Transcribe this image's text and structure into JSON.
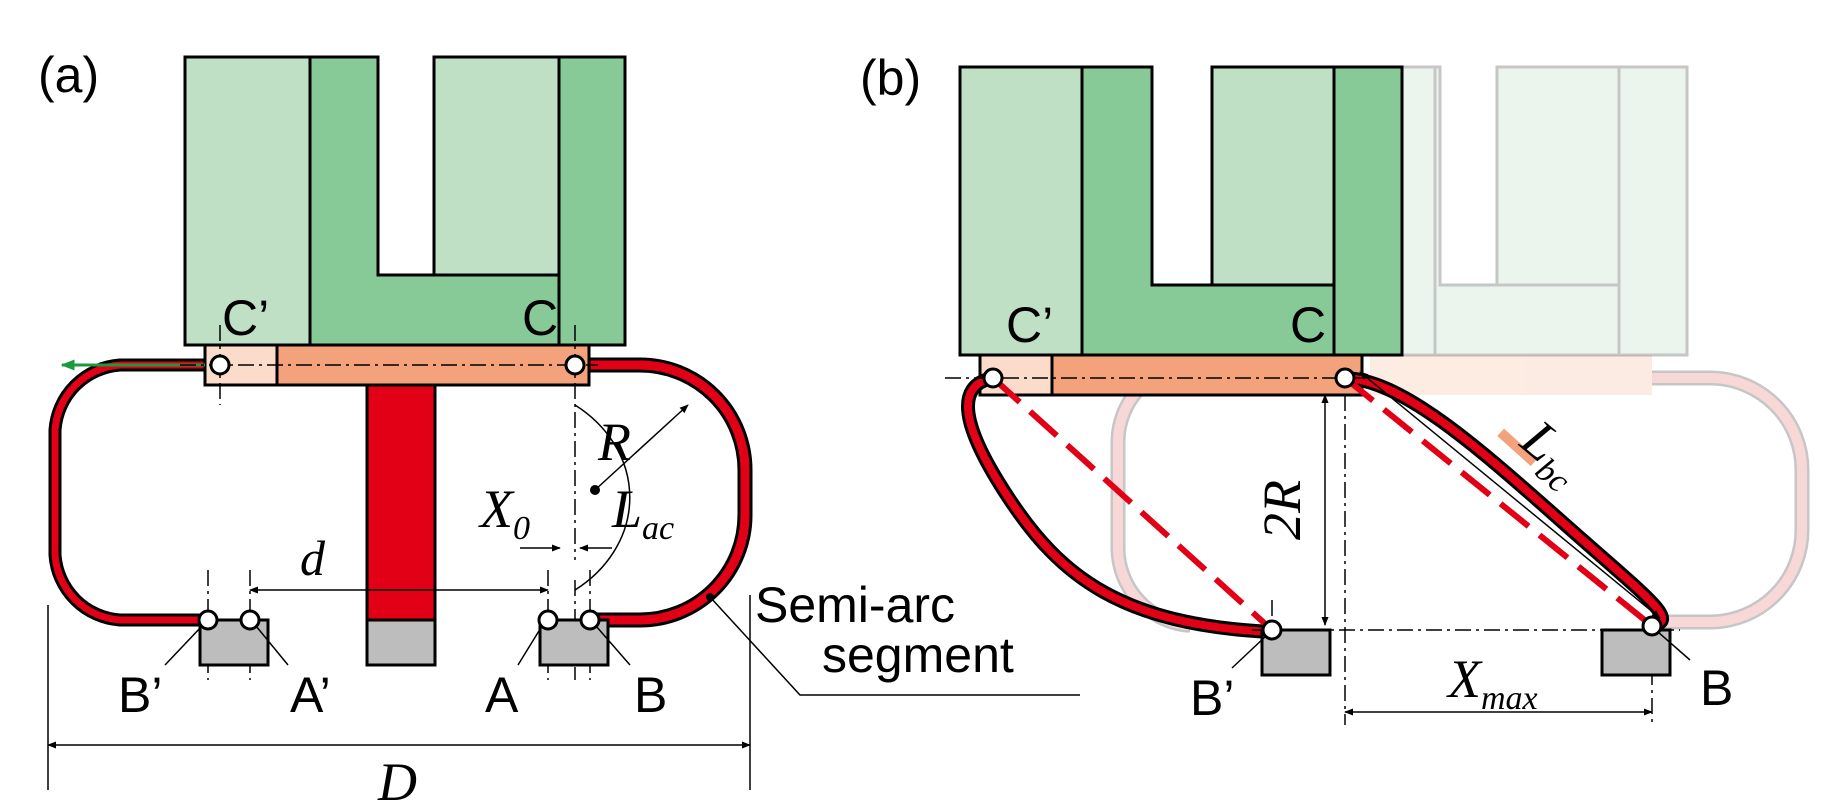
{
  "colors": {
    "green_light": "#c0e0c6",
    "green_dark": "#88c998",
    "salmon": "#f3a27c",
    "salmon_light": "#fbdccb",
    "red": "#e10016",
    "gray": "#bdbdbd",
    "ghost_pink": "#f3b8b8",
    "arrow_green": "#1a9a3c"
  },
  "panel_a": {
    "label": "(a)",
    "C_prime": "C’",
    "C": "C",
    "R": "R",
    "X0_main": "X",
    "X0_sub": "0",
    "Lac_main": "L",
    "Lac_sub": "ac",
    "d": "d",
    "D": "D",
    "A": "A",
    "B": "B",
    "A_prime": "A’",
    "B_prime": "B’",
    "semi_arc_line1": "Semi-arc",
    "semi_arc_line2": "segment"
  },
  "panel_b": {
    "label": "(b)",
    "C_prime": "C’",
    "C": "C",
    "two_R": "2R",
    "Lbc_main": "L",
    "Lbc_sub": "bc",
    "Xmax_main": "X",
    "Xmax_sub": "max",
    "B": "B",
    "B_prime": "B’"
  }
}
